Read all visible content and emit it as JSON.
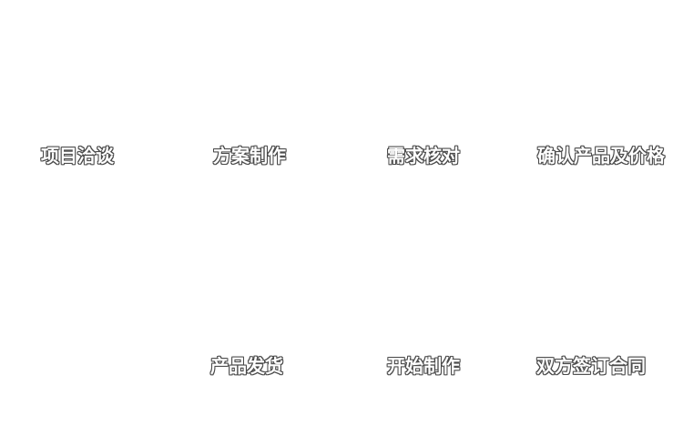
{
  "flow": {
    "top_row": [
      {
        "label": "项目洽谈"
      },
      {
        "label": "方案制作"
      },
      {
        "label": "需求核对"
      },
      {
        "label": "确认产品及价格"
      }
    ],
    "bottom_row": [
      {
        "label": "双方签订合同"
      },
      {
        "label": "开始制作"
      },
      {
        "label": "产品发货"
      }
    ]
  },
  "colors": {
    "background": "#ffffff",
    "label_fill": "#ffffff",
    "label_outline": "#4a4a4a"
  }
}
